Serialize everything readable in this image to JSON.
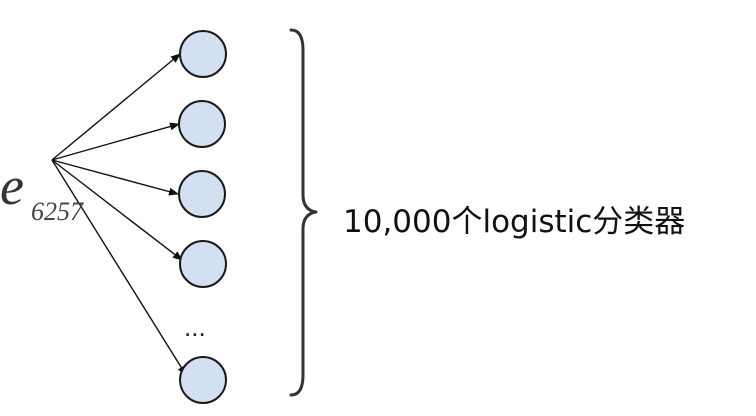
{
  "diagram": {
    "input": {
      "variable": "e",
      "subscript": "6257"
    },
    "ellipsis": "...",
    "brace_label": "10,000个logistic分类器",
    "colors": {
      "node_fill": "#d3e0f2",
      "node_stroke": "#1a1a1a",
      "arrow": "#111111",
      "brace": "#333333",
      "text": "#111111"
    }
  }
}
